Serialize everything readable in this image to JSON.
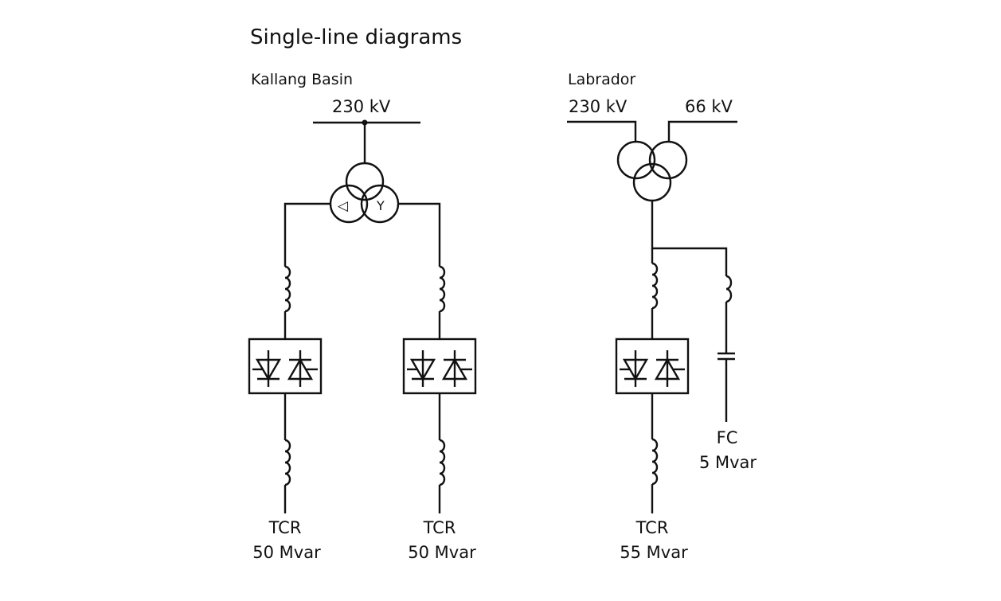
{
  "title": "Single-line diagrams",
  "colors": {
    "line": "#111111",
    "background": "#ffffff"
  },
  "stations": [
    {
      "name": "Kallang Basin",
      "bus_label": "230 kV",
      "transformer": {
        "type": "three-winding",
        "winding_symbols": [
          "◁",
          "Y"
        ]
      },
      "branches": [
        {
          "type": "TCR",
          "label": "TCR",
          "rating": "50 Mvar"
        },
        {
          "type": "TCR",
          "label": "TCR",
          "rating": "50 Mvar"
        }
      ]
    },
    {
      "name": "Labrador",
      "bus_labels": [
        "230 kV",
        "66 kV"
      ],
      "transformer": {
        "type": "three-winding"
      },
      "branches": [
        {
          "type": "TCR",
          "label": "TCR",
          "rating": "55 Mvar"
        },
        {
          "type": "FC",
          "label": "FC",
          "rating": "5 Mvar"
        }
      ]
    }
  ]
}
